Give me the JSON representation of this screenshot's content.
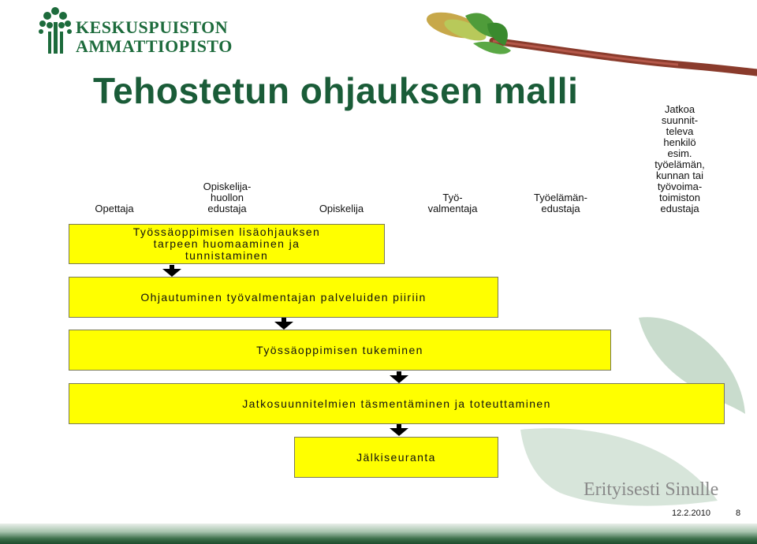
{
  "logo": {
    "line1": "KESKUSPUISTON",
    "line2": "AMMATTIOPISTO",
    "colors": {
      "brand": "#1d6b3c"
    }
  },
  "title": "Tehostetun ohjauksen malli",
  "actors": [
    {
      "label": "Opettaja"
    },
    {
      "label": "Opiskelija-\nhuollon\nedustaja"
    },
    {
      "label": "Opiskelija"
    },
    {
      "label": "Työ-\nvalmentaja"
    },
    {
      "label": "Työelämän-\nedustaja"
    },
    {
      "label": "Jatkoa\nsuunnit-\nteleva\nhenkilö\nesim.\ntyöelämän,\nkunnan tai\ntyövoima-\ntoimiston\nedustaja"
    }
  ],
  "steps": [
    {
      "label": "Työssäoppimisen lisäohjauksen\ntarpeen huomaaminen ja\ntunnistaminen"
    },
    {
      "label": "Ohjautuminen työvalmentajan palveluiden piiriin"
    },
    {
      "label": "Työssäoppimisen tukeminen"
    },
    {
      "label": "Jatkosuunnitelmien täsmentäminen ja toteuttaminen"
    },
    {
      "label": "Jälkiseuranta"
    }
  ],
  "tagline": "Erityisesti Sinulle",
  "footer": {
    "date": "12.2.2010",
    "page": "8"
  },
  "colors": {
    "title": "#1a5c38",
    "box_fill": "#ffff00",
    "arrow": "#000000",
    "tagline": "#8a8a8a"
  }
}
